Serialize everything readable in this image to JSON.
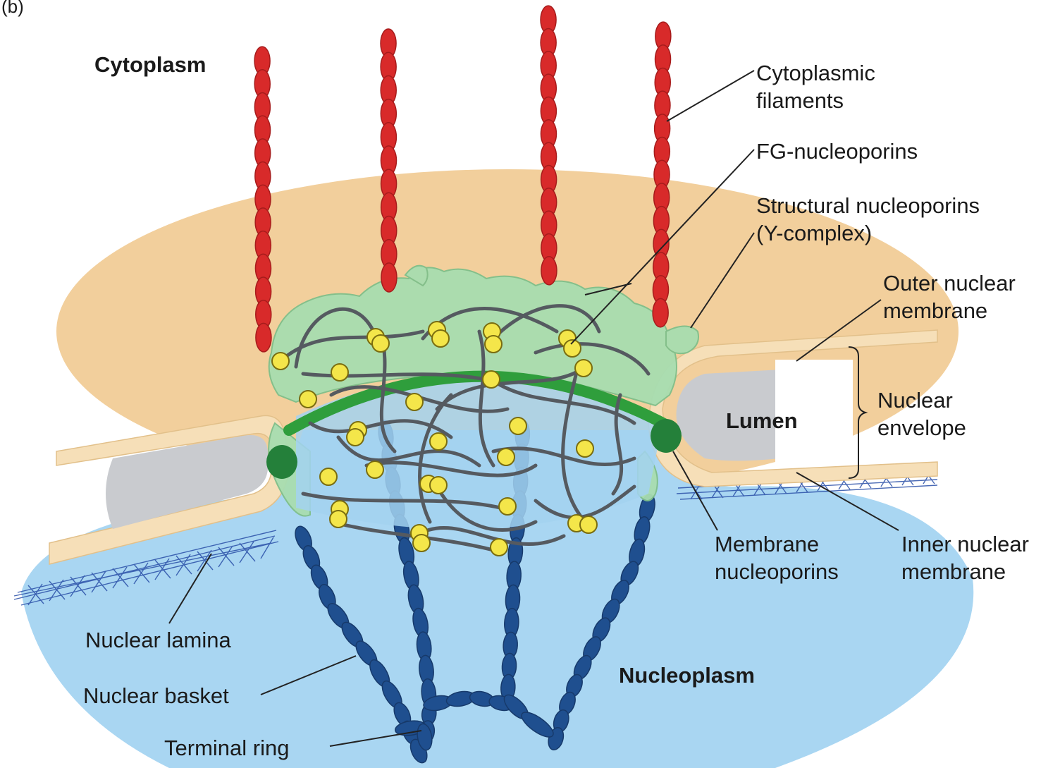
{
  "panel_label": "(b)",
  "regions": {
    "cytoplasm": "Cytoplasm",
    "nucleoplasm": "Nucleoplasm",
    "lumen": "Lumen"
  },
  "labels": {
    "cytoplasmic_filaments": [
      "Cytoplasmic",
      "filaments"
    ],
    "fg_nucleoporins": [
      "FG-nucleoporins"
    ],
    "structural_nucleoporins": [
      "Structural nucleoporins",
      "(Y-complex)"
    ],
    "outer_nuclear_membrane": [
      "Outer nuclear",
      "membrane"
    ],
    "nuclear_envelope": [
      "Nuclear",
      "envelope"
    ],
    "membrane_nucleoporins": [
      "Membrane",
      "nucleoporins"
    ],
    "inner_nuclear_membrane": [
      "Inner nuclear",
      "membrane"
    ],
    "nuclear_lamina": [
      "Nuclear lamina"
    ],
    "nuclear_basket": [
      "Nuclear basket"
    ],
    "terminal_ring": [
      "Terminal ring"
    ]
  },
  "colors": {
    "cytoplasm": "#f2cf9c",
    "nucleoplasm": "#9fcff0",
    "membrane": "#f6dfb8",
    "lumen_gray": "#c9cbcf",
    "cytoplasmic_filament": "#d82a2a",
    "basket": "#1f4f8f",
    "structural_nucleoporin": "#a8ddb0",
    "ring": "#2f9e3c",
    "fg_strand": "#555a60",
    "fg_bead": "#f4e64a",
    "lamina": "#2a4fa8"
  }
}
